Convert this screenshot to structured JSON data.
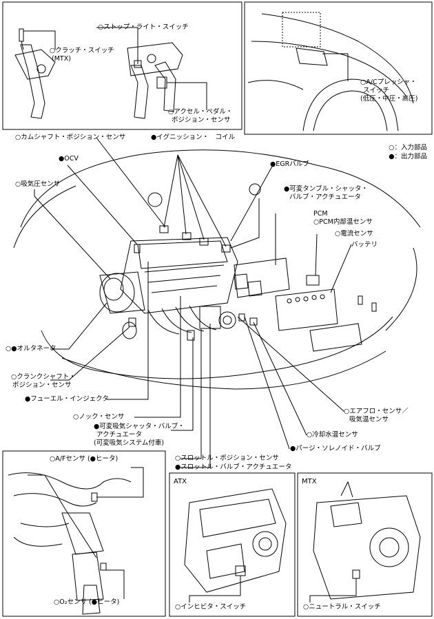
{
  "legend": {
    "input": "○：入力部品",
    "output": "●：出力部品"
  },
  "insets": {
    "pedal": {
      "stop_light": "○ストップ・ライト・スイッチ",
      "clutch_1": "○クラッチ・スイッチ",
      "clutch_2": "(MTX)",
      "accel_1": "○アクセル・ペダル・",
      "accel_2": "ポジション・センサ"
    },
    "ac": {
      "line1": "○A/Cプレッシャ・",
      "line2": "スイッチ",
      "line3": "(低圧・中圧・高圧)"
    },
    "exhaust": {
      "af_sensor": "○A/Fセンサ (●ヒータ)",
      "o2_sensor": "○O₂センサ (●ヒータ)"
    },
    "atx": {
      "title": "ATX",
      "inhibitor": "○インヒビタ・スイッチ"
    },
    "mtx": {
      "title": "MTX",
      "neutral": "○ニュートラル・スイッチ"
    }
  },
  "labels": {
    "camshaft": "○カムシャフト・ポジション・センサ",
    "ignition": "●イグニッション・　コイル",
    "ocv": "●OCV",
    "egr": "●EGRバルブ",
    "map": "○吸気圧センサ",
    "tumble_1": "●可変タンブル・シャッタ・",
    "tumble_2": "バルブ・アクチュエータ",
    "pcm": "PCM",
    "pcm_temp": "○PCM内部温センサ",
    "current": "○電流センサ",
    "battery": "バッテリ",
    "alternator": "○●オルタネータ",
    "crank_1": "○クランクシャフト・",
    "crank_2": "ポジション・センサ",
    "injector": "●フューエル・インジェクタ",
    "knock": "○ノック・センサ",
    "vis_1": "●可変吸気シャッタ・バルブ・",
    "vis_2": "アクチュエータ",
    "vis_3": "(可変吸気システム付車)",
    "airflow_1": "○エアフロ・センサ／",
    "airflow_2": "吸気温センサ",
    "coolant": "○冷却水温センサ",
    "purge": "●パージ・ソレノイド・バルブ",
    "tps": "○スロットル・ポジション・センサ",
    "throttle_act": "●スロットル・バルブ・アクチュエータ"
  }
}
